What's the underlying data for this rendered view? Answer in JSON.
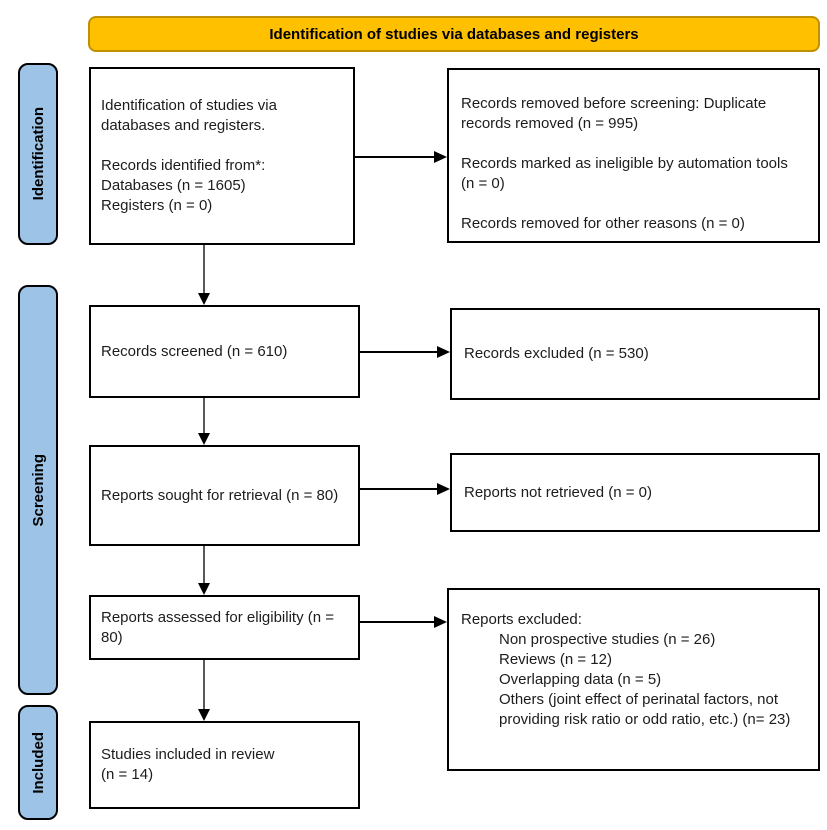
{
  "banner": {
    "title": "Identification of studies via databases and registers"
  },
  "stages": {
    "identification": "Identification",
    "screening": "Screening",
    "included": "Included"
  },
  "boxes": {
    "records_identified": {
      "text": "Identification of studies via\ndatabases and registers.\n\nRecords identified from*:\nDatabases (n = 1605)\nRegisters (n = 0)"
    },
    "records_removed": {
      "text": "Records removed before screening: Duplicate records removed (n = 995)\n\nRecords marked as ineligible by automation tools (n = 0)\n\nRecords removed for other reasons (n = 0)"
    },
    "records_screened": {
      "text": "Records screened (n = 610)"
    },
    "records_excluded": {
      "text": "Records excluded (n = 530)"
    },
    "reports_sought": {
      "text": "Reports sought for retrieval (n = 80)"
    },
    "reports_not_retrieved": {
      "text": "Reports not retrieved (n = 0)"
    },
    "reports_assessed": {
      "text": "Reports assessed for eligibility (n = 80)"
    },
    "reports_excluded": {
      "heading": "Reports excluded:",
      "items": [
        "Non prospective studies (n = 26)",
        "Reviews (n = 12)",
        "Overlapping data (n = 5)",
        "Others (joint effect of perinatal factors, not providing risk ratio or odd ratio, etc.) (n= 23)"
      ]
    },
    "studies_included": {
      "text": "Studies included in review\n(n = 14)"
    }
  },
  "colors": {
    "banner_fill": "#FFC000",
    "banner_border": "#BF9000",
    "stage_fill": "#9DC3E6",
    "box_border": "#000000",
    "vertical_arrow_line": "#595959"
  }
}
